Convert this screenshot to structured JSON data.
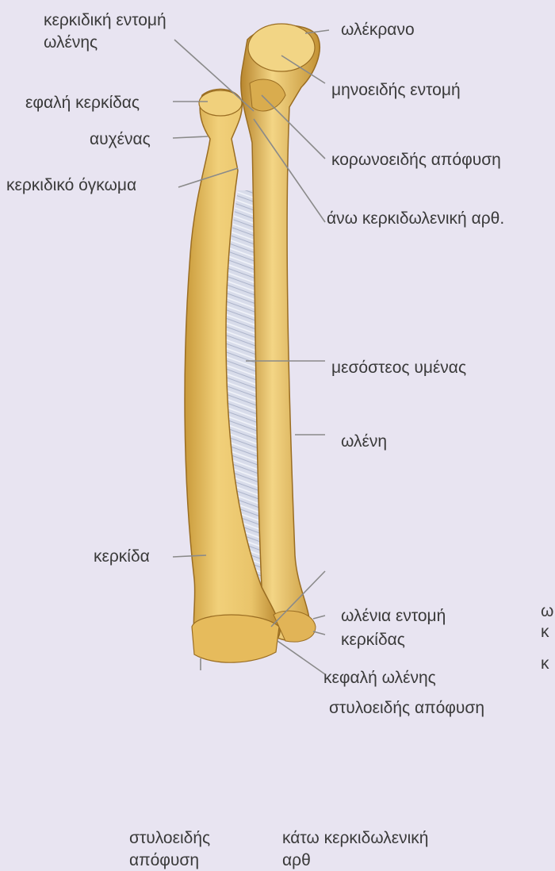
{
  "diagram": {
    "labels": {
      "radial_notch_ulna_line1": "κερκιδική εντομή",
      "radial_notch_ulna_line2": "ωλένης",
      "olecranon": "ωλέκρανο",
      "trochlear_notch": "μηνοειδής εντομή",
      "radial_head": "εφαλή κερκίδας",
      "neck": "αυχένας",
      "coronoid_process": "κορωνοειδής απόφυση",
      "radial_tuberosity": "κερκιδικό όγκωμα",
      "proximal_radioulnar_joint": "άνω κερκιδωλενική αρθ.",
      "interosseous_membrane": "μεσόστεος υμένας",
      "ulna": "ωλένη",
      "radius": "κερκίδα",
      "ulnar_notch_radius_line1": "ωλένια εντομή",
      "ulnar_notch_radius_line2": "κερκίδας",
      "head_of_ulna": "κεφαλή ωλένης",
      "ulnar_styloid": "στυλοειδής απόφυση",
      "radial_styloid_line1": "στυλοειδής",
      "radial_styloid_line2": "απόφυση",
      "distal_radioulnar_joint_line1": "κάτω κερκιδωλενική",
      "distal_radioulnar_joint_line2": "αρθ",
      "cut_label_line1": "ω",
      "cut_label_line2": "κ",
      "cut_label_line3": "κ"
    },
    "colors": {
      "background": "#e8e4f1",
      "bone": "#e9c46a",
      "bone_shadow": "#c99a3a",
      "membrane": "#d6dbe8",
      "leader": "#7a7a7a"
    }
  }
}
